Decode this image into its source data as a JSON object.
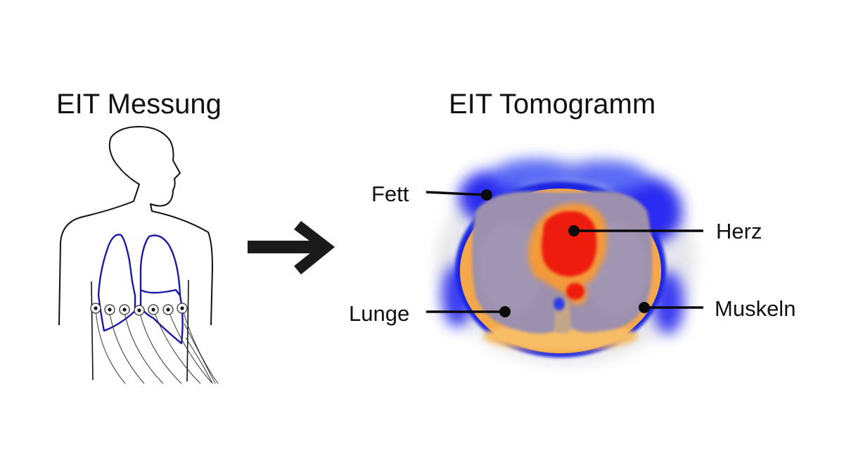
{
  "titles": {
    "measurement": "EIT Messung",
    "tomogram": "EIT Tomogramm"
  },
  "labels": {
    "fat": "Fett",
    "heart": "Herz",
    "lung": "Lunge",
    "muscle": "Muskeln"
  },
  "colors": {
    "text": "#111111",
    "lung_outline": "#1a1aa8",
    "arrow": "#1a1a1a",
    "fat_blue": "#2222ee",
    "muscle_orange": "#f5a84a",
    "lung_purple": "#9a8fae",
    "heart_red": "#ee1c10"
  },
  "icons": {
    "arrow": "arrow-right-icon"
  }
}
